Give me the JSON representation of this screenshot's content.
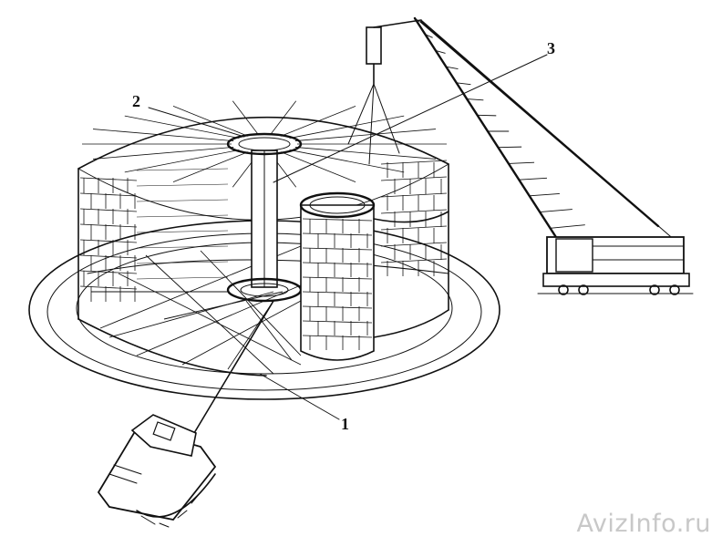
{
  "diagram": {
    "callouts": [
      {
        "id": "label-1",
        "text": "1"
      },
      {
        "id": "label-2",
        "text": "2"
      },
      {
        "id": "label-3",
        "text": "3"
      }
    ]
  },
  "watermark": {
    "text": "AvizInfo.ru"
  }
}
